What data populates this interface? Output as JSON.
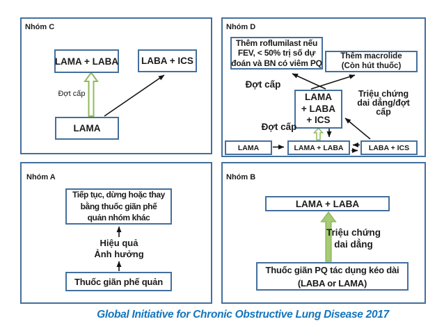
{
  "caption": "Global Initiative for Chronic Obstructive Lung Disease 2017",
  "colors": {
    "panel_border": "#436f9d",
    "box_border": "#436f9d",
    "green_arrow_fill": "#a6ca75",
    "green_arrow_outline": "#8fba57",
    "caption_blue": "#1375bd",
    "text": "#1a1a1a"
  },
  "panels": {
    "group_c": {
      "title": "Nhóm C",
      "boxes": {
        "lama_laba": "LAMA + LABA",
        "laba_ics": "LABA + ICS",
        "lama": "LAMA"
      },
      "labels": {
        "exacerbation": "Đợt cấp"
      }
    },
    "group_d": {
      "title": "Nhóm D",
      "boxes": {
        "roflumilast": [
          "Thêm roflumilast nếu",
          "FEV, < 50% trị số dự",
          "đoán và BN có viêm PQ"
        ],
        "macrolide": [
          "Thêm macrolide",
          "(Còn hút thuốc)"
        ],
        "triple": [
          "LAMA",
          "+ LABA",
          "+ ICS"
        ],
        "lama": "LAMA",
        "lama_laba": "LAMA + LABA",
        "laba_ics": "LABA + ICS"
      },
      "labels": {
        "exacerbation_upper": "Đợt cấp",
        "exacerbation_lower": "Đợt cấp",
        "persistent_symptoms": [
          "Triệu chứng",
          "dai dẳng/đợt",
          "cấp"
        ]
      }
    },
    "group_a": {
      "title": "Nhóm A",
      "boxes": {
        "continue": [
          "Tiếp tục, dừng hoặc thay",
          "bằng thuốc giãn phế",
          "quản nhóm khác"
        ],
        "bronchodilator": "Thuốc giãn phế quản"
      },
      "labels": {
        "effect": [
          "Hiệu quả",
          "Ảnh hưởng"
        ]
      }
    },
    "group_b": {
      "title": "Nhóm B",
      "boxes": {
        "lama_laba": "LAMA + LABA",
        "long_acting": [
          "Thuốc giãn PQ tác dụng kéo dài",
          "(LABA or LAMA)"
        ]
      },
      "labels": {
        "persistent_symptoms": [
          "Triệu chứng",
          "dai dẳng"
        ]
      }
    }
  }
}
